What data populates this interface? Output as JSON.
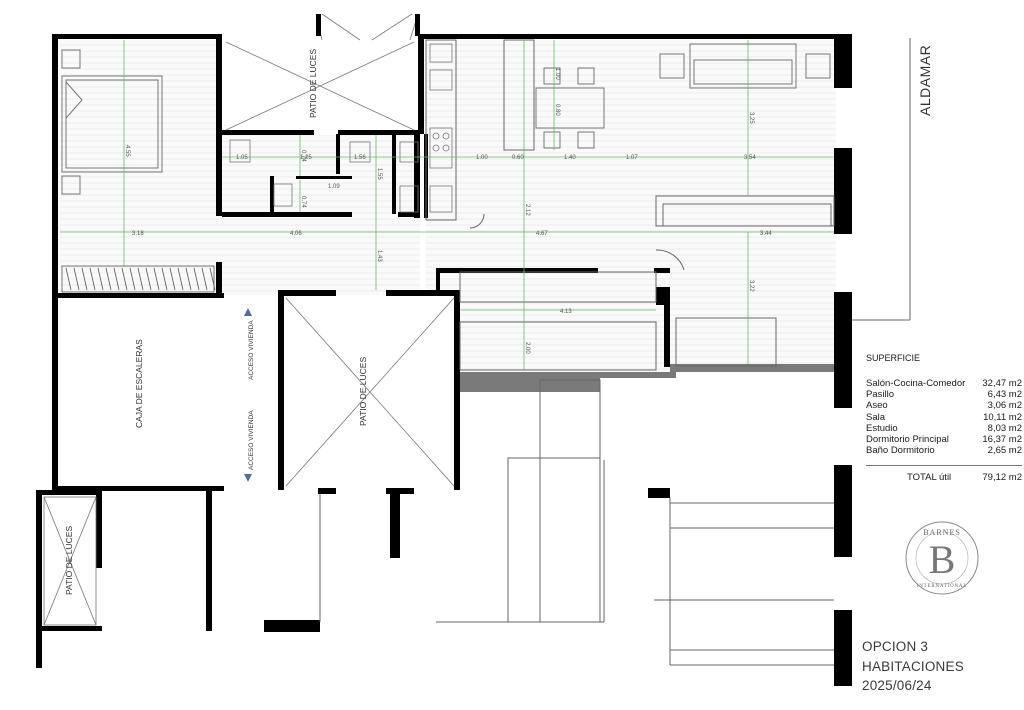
{
  "street": "ALDAMAR",
  "rooms": {
    "patio_top": "PATIO DE LUCES",
    "patio_center": "PATIO DE LUCES",
    "patio_bottom": "PATIO DE LUCES",
    "stairs": "CAJA DE ESCALERAS",
    "access_1": "ACCESO VIVIENDA",
    "access_2": "ACCESO VIVIENDA"
  },
  "dimensions": [
    "1.05",
    "1.25",
    "0.74",
    "1.56",
    "1.09",
    "0.74",
    "1.55",
    "4.55",
    "3.18",
    "4.06",
    "1.43",
    "1.00",
    "0.60",
    "1.40",
    "1.07",
    "3.54",
    "1.00",
    "0.80",
    "3.25",
    "2.12",
    "4.67",
    "3.44",
    "4.13",
    "2.00",
    "3.22"
  ],
  "surface": {
    "title": "SUPERFICIE",
    "items": [
      {
        "name": "Salón-Cocina-Comedor",
        "value": "32,47 m2"
      },
      {
        "name": "Pasillo",
        "value": "6,43 m2"
      },
      {
        "name": "Aseo",
        "value": "3,06 m2"
      },
      {
        "name": "Sala",
        "value": "10,11 m2"
      },
      {
        "name": "Estudio",
        "value": "8,03 m2"
      },
      {
        "name": "Dormitorio Principal",
        "value": "16,37 m2"
      },
      {
        "name": "Baño Dormitorio",
        "value": "2,65 m2"
      }
    ],
    "total_label": "TOTAL útil",
    "total_value": "79,12 m2"
  },
  "logo": {
    "letter": "B",
    "top_text": "BARNES",
    "bottom_text": "INTERNATIONAL"
  },
  "option": {
    "line1": "OPCION 3",
    "line2": "HABITACIONES",
    "date": "2025/06/24"
  },
  "colors": {
    "wall": "#000000",
    "dimension_line": "#66bb66",
    "floor_hatch": "#e9e9e9",
    "text": "#333333"
  }
}
